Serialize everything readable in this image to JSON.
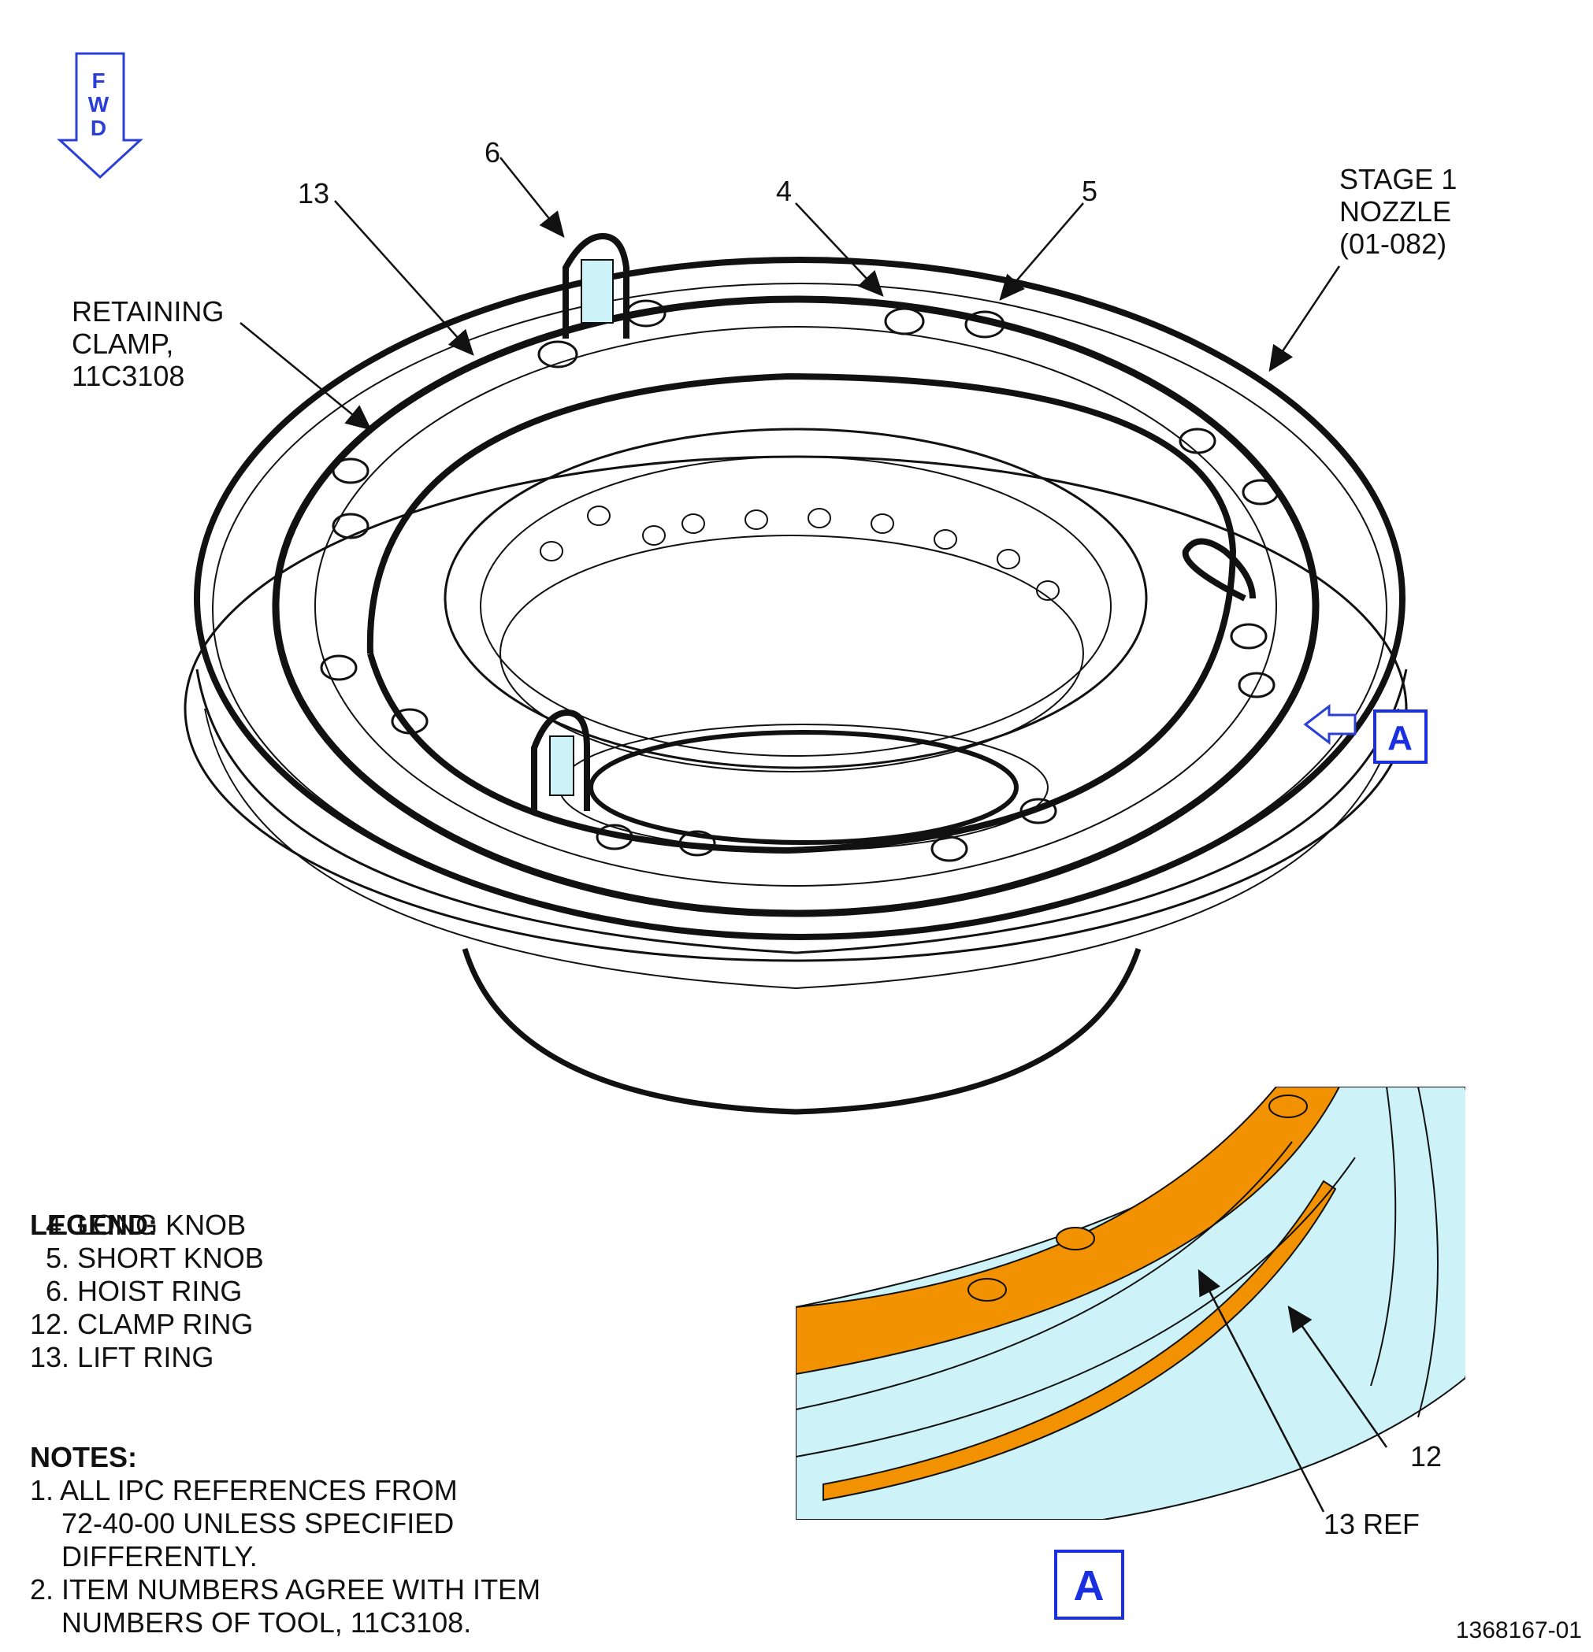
{
  "fwd_arrow": {
    "letters": [
      "F",
      "W",
      "D"
    ],
    "color": "#2b3fd6"
  },
  "callouts": {
    "c6": "6",
    "c13": "13",
    "c4": "4",
    "c5": "5",
    "stage1": [
      "STAGE 1",
      "NOZZLE",
      "(01-082)"
    ],
    "retaining": [
      "RETAINING",
      "CLAMP,",
      "11C3108"
    ],
    "c12": "12",
    "c13ref": "13 REF"
  },
  "view_marker": {
    "label": "A",
    "color": "#1a2fe0"
  },
  "detail_view": {
    "label": "A",
    "ring_color": "#f39200",
    "background_color": "#cdf3f8"
  },
  "legend": {
    "title": "LEGEND:",
    "items": [
      "4. LONG KNOB",
      "5. SHORT KNOB",
      "6. HOIST RING",
      "12. CLAMP RING",
      "13. LIFT RING"
    ]
  },
  "notes": {
    "title": "NOTES:",
    "items": [
      {
        "first": "1. ALL IPC REFERENCES FROM",
        "cont": [
          "72-40-00 UNLESS SPECIFIED",
          "DIFFERENTLY."
        ]
      },
      {
        "first": "2. ITEM NUMBERS AGREE WITH ITEM",
        "cont": [
          "NUMBERS OF TOOL, 11C3108."
        ]
      }
    ]
  },
  "figure_number": "1368167-01"
}
